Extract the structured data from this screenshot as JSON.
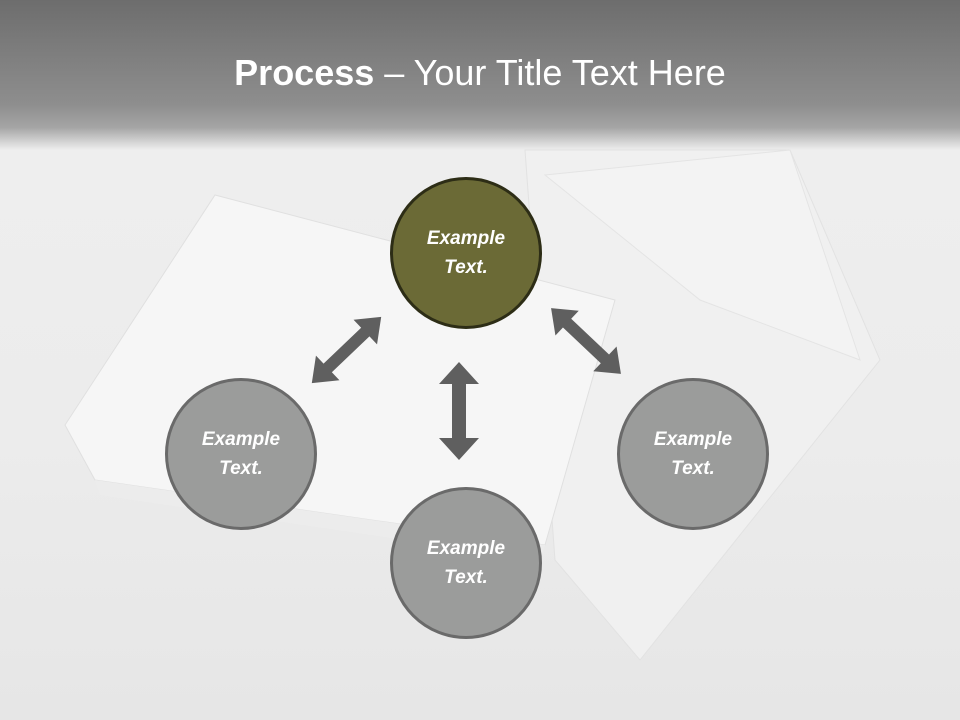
{
  "title": {
    "bold": "Process",
    "rest": " – Your Title Text Here"
  },
  "colors": {
    "accent_node": "#6b6a36",
    "grey_node": "#9b9c9b",
    "arrow": "#5f5f5f",
    "title_bar": "#7a7a7a"
  },
  "nodes": {
    "top": {
      "text": "Example Text."
    },
    "left": {
      "text": "Example Text."
    },
    "bottom": {
      "text": "Example Text."
    },
    "right": {
      "text": "Example Text."
    }
  }
}
